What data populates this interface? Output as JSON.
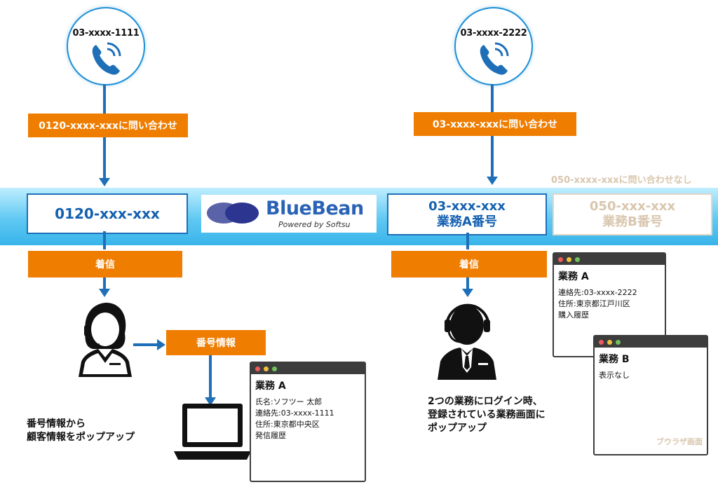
{
  "caller1": {
    "number": "03-xxxx-1111",
    "inquiry": "0120-xxxx-xxxに問い合わせ"
  },
  "caller2": {
    "number": "03-xxxx-2222",
    "inquiry": "03-xxxx-xxxに問い合わせ"
  },
  "no_inquiry": "050-xxxx-xxxに問い合わせなし",
  "logo": {
    "name": "BlueBean",
    "tagline": "Powered by Softsu"
  },
  "numbers": {
    "n1": "0120-xxx-xxx",
    "n2": "03-xxx-xxx",
    "n2_sub": "業務A番号",
    "n3": "050-xxx-xxx",
    "n3_sub": "業務B番号"
  },
  "incoming": "着信",
  "number_info": "番号情報",
  "left_window": {
    "title": "業務 A",
    "lines": [
      "氏名:ソフツー 太郎",
      "連絡先:03-xxxx-1111",
      "住所:東京都中央区",
      "発信履歴"
    ]
  },
  "window_a": {
    "title": "業務 A",
    "lines": [
      "連絡先:03-xxxx-2222",
      "住所:東京都江戸川区",
      "購入履歴"
    ]
  },
  "window_b": {
    "title": "業務 B",
    "lines": [
      "表示なし"
    ],
    "footer": "ブウラザ画面"
  },
  "captions": {
    "left": [
      "番号情報から",
      "顧客情報をポップアップ"
    ],
    "right": [
      "2つの業務にログイン時、",
      "登録されている業務画面に",
      "ポップアップ"
    ]
  },
  "colors": {
    "accent_blue": "#1e6fb8",
    "orange": "#ef7d00",
    "band": "#38b4ea",
    "dim": "#d9c6ae"
  },
  "icons": [
    "phone-icon",
    "operator-icon",
    "laptop-icon"
  ]
}
